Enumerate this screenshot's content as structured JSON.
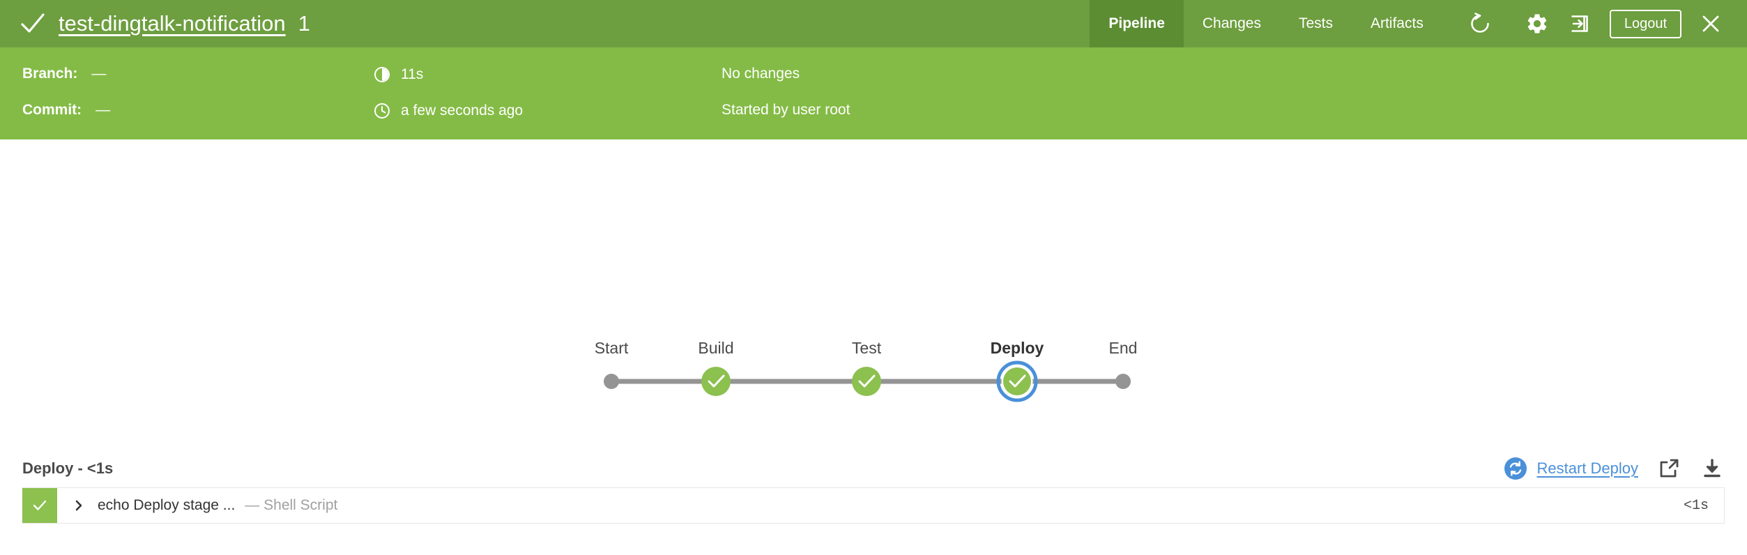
{
  "header": {
    "status_icon": "check-icon",
    "pipeline_name": "test-dingtalk-notification",
    "build_number": "1",
    "tabs": [
      {
        "label": "Pipeline",
        "active": true
      },
      {
        "label": "Changes",
        "active": false
      },
      {
        "label": "Tests",
        "active": false
      },
      {
        "label": "Artifacts",
        "active": false
      }
    ],
    "actions": {
      "replay_icon": "replay-icon",
      "settings_icon": "gear-icon",
      "go_to_classic_icon": "exit-to-app-icon",
      "logout_label": "Logout",
      "close_icon": "close-icon"
    },
    "colors": {
      "header_green": "#6d9e3f",
      "active_tab_green": "#5c8d33",
      "meta_green": "#84bb46"
    }
  },
  "meta": {
    "branch_label": "Branch:",
    "branch_value": "—",
    "commit_label": "Commit:",
    "commit_value": "—",
    "duration_icon": "duration-icon",
    "duration_value": "11s",
    "time_icon": "clock-icon",
    "time_value": "a few seconds ago",
    "changes_value": "No changes",
    "cause_value": "Started by user root"
  },
  "graph": {
    "stages": [
      {
        "label": "Start",
        "type": "terminal",
        "state": "idle",
        "selected": false
      },
      {
        "label": "Build",
        "type": "stage",
        "state": "success",
        "selected": false
      },
      {
        "label": "Test",
        "type": "stage",
        "state": "success",
        "selected": false
      },
      {
        "label": "Deploy",
        "type": "stage",
        "state": "success",
        "selected": true
      },
      {
        "label": "End",
        "type": "terminal",
        "state": "idle",
        "selected": false
      }
    ],
    "colors": {
      "success": "#8cc04f",
      "idle": "#949494",
      "connector": "#949494",
      "selection_ring": "#4a90d9"
    }
  },
  "result": {
    "title": "Deploy - <1s",
    "restart_icon": "restart-icon",
    "restart_label": "Restart Deploy",
    "open_external_icon": "external-link-icon",
    "download_icon": "download-icon",
    "steps": [
      {
        "state": "success",
        "status_icon": "check-icon",
        "expand_icon": "chevron-right-icon",
        "label": "echo Deploy stage ...",
        "type": "— Shell Script",
        "duration": "<1s"
      }
    ]
  }
}
